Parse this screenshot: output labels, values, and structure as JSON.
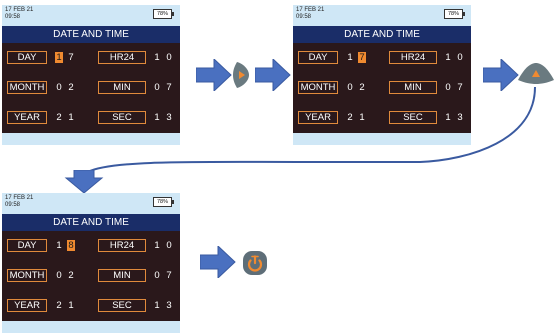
{
  "screens": [
    {
      "date": "17 FEB 21",
      "time": "09:58",
      "battery": "78%",
      "title": "DATE AND TIME",
      "rows": [
        {
          "left_label": "DAY",
          "left_digits": [
            "1",
            "7"
          ],
          "right_label": "HR24",
          "right_digits": [
            "1",
            "0"
          ]
        },
        {
          "left_label": "MONTH",
          "left_digits": [
            "0",
            "2"
          ],
          "right_label": "MIN",
          "right_digits": [
            "0",
            "7"
          ]
        },
        {
          "left_label": "YEAR",
          "left_digits": [
            "2",
            "1"
          ],
          "right_label": "SEC",
          "right_digits": [
            "1",
            "3"
          ]
        }
      ],
      "highlighted_digit": "DAY tens"
    },
    {
      "date": "17 FEB 21",
      "time": "09:58",
      "battery": "78%",
      "title": "DATE AND TIME",
      "rows": [
        {
          "left_label": "DAY",
          "left_digits": [
            "1",
            "7"
          ],
          "right_label": "HR24",
          "right_digits": [
            "1",
            "0"
          ]
        },
        {
          "left_label": "MONTH",
          "left_digits": [
            "0",
            "2"
          ],
          "right_label": "MIN",
          "right_digits": [
            "0",
            "7"
          ]
        },
        {
          "left_label": "YEAR",
          "left_digits": [
            "2",
            "1"
          ],
          "right_label": "SEC",
          "right_digits": [
            "1",
            "3"
          ]
        }
      ],
      "highlighted_digit": "DAY units"
    },
    {
      "date": "17 FEB 21",
      "time": "09:58",
      "battery": "78%",
      "title": "DATE AND TIME",
      "rows": [
        {
          "left_label": "DAY",
          "left_digits": [
            "1",
            "8"
          ],
          "right_label": "HR24",
          "right_digits": [
            "1",
            "0"
          ]
        },
        {
          "left_label": "MONTH",
          "left_digits": [
            "0",
            "2"
          ],
          "right_label": "MIN",
          "right_digits": [
            "0",
            "7"
          ]
        },
        {
          "left_label": "YEAR",
          "left_digits": [
            "2",
            "1"
          ],
          "right_label": "SEC",
          "right_digits": [
            "1",
            "3"
          ]
        }
      ],
      "highlighted_digit": "DAY units"
    }
  ],
  "buttons": [
    {
      "icon": "right-arrow-key-icon",
      "color": "#6a7a80",
      "glyph_color": "#f08a30"
    },
    {
      "icon": "up-arrow-key-icon",
      "color": "#6a7a80",
      "glyph_color": "#f08a30"
    },
    {
      "icon": "power-key-icon",
      "color": "#5e6e78",
      "glyph_color": "#f08a30"
    }
  ],
  "colors": {
    "arrow_fill": "#4a70c0",
    "screen_background": "#cfe7f6",
    "title_bar": "#1a2d68",
    "body_area": "#2a181b",
    "label_border": "#e08a3c",
    "highlight": "#f08a30"
  }
}
